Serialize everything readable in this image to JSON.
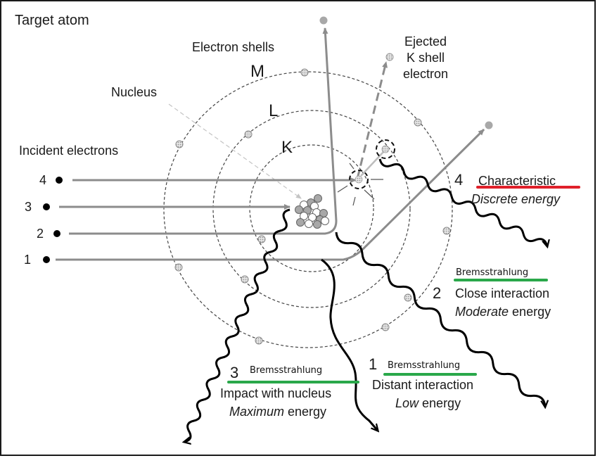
{
  "title": "Target atom",
  "labels": {
    "electron_shells": "Electron shells",
    "nucleus": "Nucleus",
    "incident_electrons": "Incident electrons",
    "shell_m": "M",
    "shell_l": "L",
    "shell_k": "K",
    "ejected_line1": "Ejected",
    "ejected_line2": "K shell",
    "ejected_line3": "electron"
  },
  "incident": [
    {
      "number": "4"
    },
    {
      "number": "3"
    },
    {
      "number": "2"
    },
    {
      "number": "1"
    }
  ],
  "interactions": {
    "i4": {
      "number": "4",
      "type": "Characteristic",
      "detail": "Discrete energy",
      "underline_color": "#e0202a"
    },
    "i2": {
      "number": "2",
      "type": "Bremsstrahlung",
      "line1": "Close interaction",
      "emph": "Moderate",
      "rest": " energy",
      "underline_color": "#2aa84a"
    },
    "i3": {
      "number": "3",
      "type": "Bremsstrahlung",
      "line1": "Impact with nucleus",
      "emph": "Maximum",
      "rest": " energy",
      "underline_color": "#2aa84a"
    },
    "i1": {
      "number": "1",
      "type": "Bremsstrahlung",
      "line1": "Distant interaction",
      "emph": "Low",
      "rest": " energy",
      "underline_color": "#2aa84a"
    }
  },
  "colors": {
    "path_gray": "#8c8c8c",
    "shell_line": "#444444",
    "photon": "#000000",
    "nucleus_filled": "#a8a8a8"
  }
}
